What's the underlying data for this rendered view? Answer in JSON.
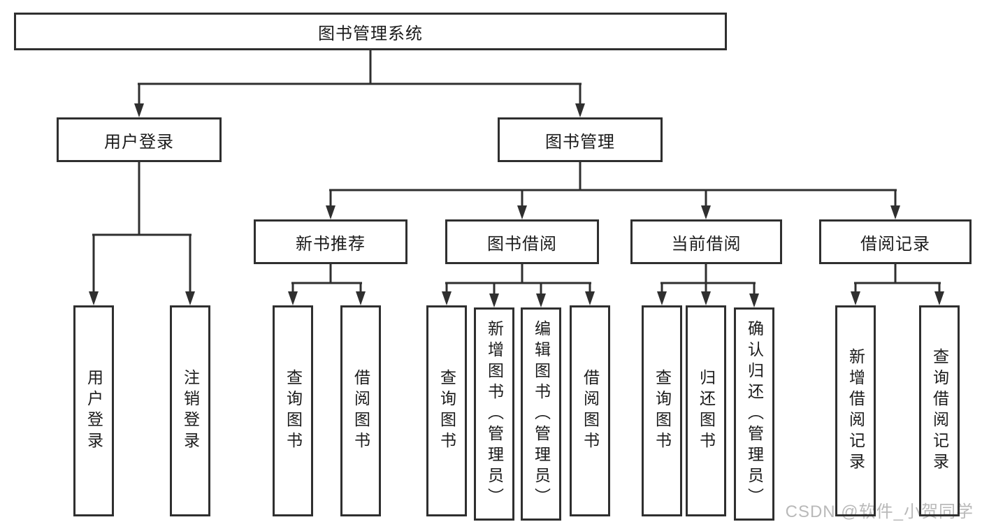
{
  "colors": {
    "line": "#2f2f2f",
    "box_border": "#2f2f2f",
    "text": "#1b1b1b",
    "background": "#ffffff",
    "watermark": "#b9b9b9"
  },
  "tree": {
    "root": {
      "label": "图书管理系统"
    },
    "branches": {
      "user_login": {
        "label": "用户登录",
        "children": {
          "login": {
            "label": "用户登录"
          },
          "logout": {
            "label": "注销登录"
          }
        }
      },
      "book_mgmt": {
        "label": "图书管理",
        "children": {
          "new_book_recommend": {
            "label": "新书推荐",
            "children": {
              "query_book": {
                "label": "查询图书"
              },
              "borrow_book": {
                "label": "借阅图书"
              }
            }
          },
          "book_borrow": {
            "label": "图书借阅",
            "children": {
              "query_book": {
                "label": "查询图书"
              },
              "add_book": {
                "label": "新增图书（管理员）"
              },
              "edit_book": {
                "label": "编辑图书（管理员）"
              },
              "borrow_book": {
                "label": "借阅图书"
              }
            }
          },
          "current_borrow": {
            "label": "当前借阅",
            "children": {
              "query_book": {
                "label": "查询图书"
              },
              "return_book": {
                "label": "归还图书"
              },
              "confirm_return": {
                "label": "确认归还（管理员）"
              }
            }
          },
          "borrow_records": {
            "label": "借阅记录",
            "children": {
              "add_record": {
                "label": "新增借阅记录"
              },
              "query_record": {
                "label": "查询借阅记录"
              }
            }
          }
        }
      }
    }
  },
  "watermark": {
    "text": "CSDN @软件_小贺同学"
  }
}
